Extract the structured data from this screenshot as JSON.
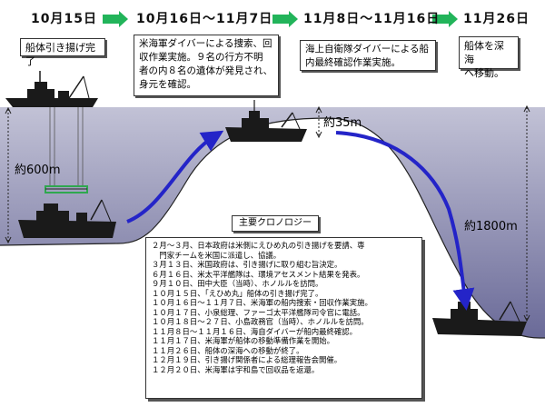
{
  "timeline": {
    "dates": [
      "10月15日",
      "10月16日〜11月7日",
      "11月8日〜11月16日",
      "11月26日"
    ]
  },
  "boxes": {
    "b1": [
      "船体引き揚げ完了"
    ],
    "b2": [
      "米海軍ダイバーによる捜索、回",
      "収作業実施。９名の行方不明",
      "者の内８名の遺体が発見され、",
      "身元を確認。"
    ],
    "b3": [
      "海上自衛隊ダイバーによる船",
      "内最終確認作業実施。"
    ],
    "b4": [
      "船体を深海",
      "へ移動。"
    ]
  },
  "depths": {
    "d600": "約600m",
    "d35": "約35m",
    "d1800": "約1800m"
  },
  "chronology": {
    "title": "主要クロノロジー",
    "lines": [
      "２月〜３月、日本政府は米側にえひめ丸の引き揚げを要請、専",
      "　門家チームを米国に派遣し、協議。",
      "３月１３日、米国政府は、引き揚げに取り組む旨決定。",
      "６月１６日、米太平洋艦隊は、環境アセスメント結果を発表。",
      "９月１０日、田中大臣（当時）、ホノルルを訪問。",
      "１０月１５日、「えひめ丸」船体の引き揚げ完了。",
      "１０月１６日〜１１月７日、米海軍の船内捜索・回収作業実施。",
      "１０月１７日、小泉総理、ファーゴ太平洋艦隊司令官に電話。",
      "１０月１８日〜２７日、小島政務官（当時）、ホノルルを訪問。",
      "１１月８日〜１１月１６日、海自ダイバーが船内最終確認。",
      "１１月１７日、米海軍が船体の移動準備作業を開始。",
      "１１月２６日、船体の深海への移動が終了。",
      "１２月１９日、引き揚げ関係者による総理報告会開催。",
      "１２月２０日、米海軍は宇和島で回収品を返還。"
    ]
  },
  "colors": {
    "sea_top": "#b9b9cf",
    "sea_bottom": "#6e6e9a",
    "arrow_blue": "#2424c8",
    "timeline_arrow": "#22b45a"
  }
}
